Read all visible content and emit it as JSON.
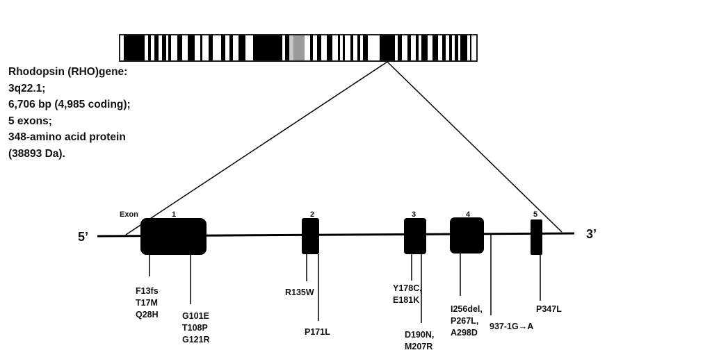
{
  "gene_info": [
    "Rhodopsin (RHO)gene:",
    "3q22.1;",
    "6,706 bp (4,985 coding);",
    "5 exons;",
    "348-amino acid protein",
    "(38893 Da)."
  ],
  "strand": {
    "five_prime": "5’",
    "three_prime": "3’"
  },
  "exon_caption": "Exon",
  "exons": [
    {
      "label": "1"
    },
    {
      "label": "2"
    },
    {
      "label": "3"
    },
    {
      "label": "4"
    },
    {
      "label": "5"
    }
  ],
  "mutations": [
    {
      "id": "m1",
      "lines": [
        "F13fs",
        "T17M",
        "Q28H"
      ]
    },
    {
      "id": "m2",
      "lines": [
        "G101E",
        "T108P",
        "G121R"
      ]
    },
    {
      "id": "m3",
      "lines": [
        "R135W"
      ]
    },
    {
      "id": "m4",
      "lines": [
        "P171L"
      ]
    },
    {
      "id": "m5",
      "lines": [
        "Y178C,",
        "E181K"
      ]
    },
    {
      "id": "m6",
      "lines": [
        "D190N,",
        "M207R"
      ]
    },
    {
      "id": "m7",
      "lines": [
        "I256del,",
        "P267L,",
        "A298D"
      ]
    },
    {
      "id": "m8",
      "lines": [
        "937-1G→A"
      ]
    },
    {
      "id": "m9",
      "lines": [
        "P347L"
      ]
    }
  ],
  "colors": {
    "ink": "#000000",
    "centromere": "#9a9a9a",
    "band_light": "#ffffff"
  }
}
